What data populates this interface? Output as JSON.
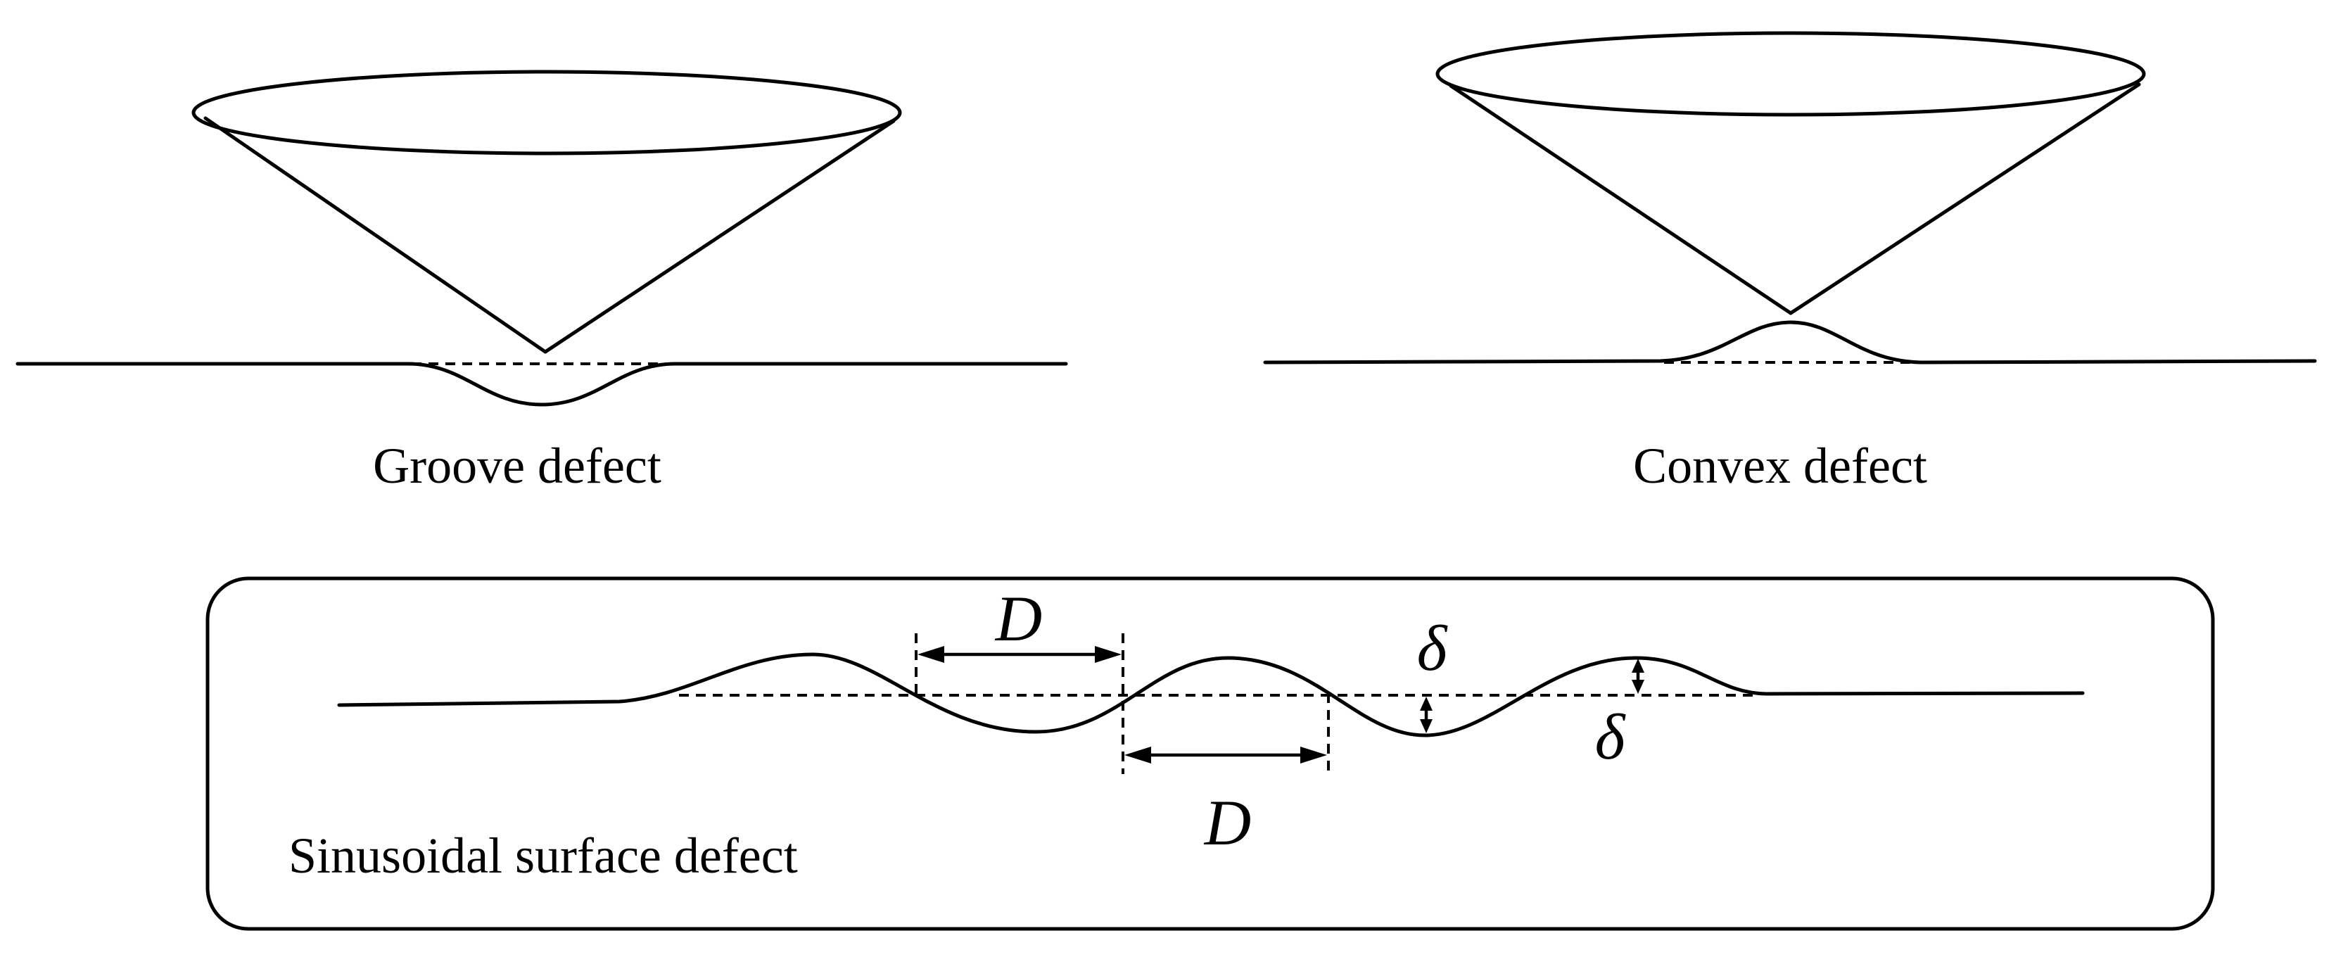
{
  "panels": {
    "groove": {
      "caption": "Groove defect"
    },
    "convex": {
      "caption": "Convex defect"
    },
    "sinusoidal": {
      "caption": "Sinusoidal surface defect",
      "period_label_top": "D",
      "period_label_bottom": "D",
      "amplitude_label_top": "δ",
      "amplitude_label_bottom": "δ"
    }
  },
  "colors": {
    "cone_top_fill": "#F6A08F",
    "sinusoidal_box_fill": "#E2FDFB",
    "stroke": "#000000"
  }
}
